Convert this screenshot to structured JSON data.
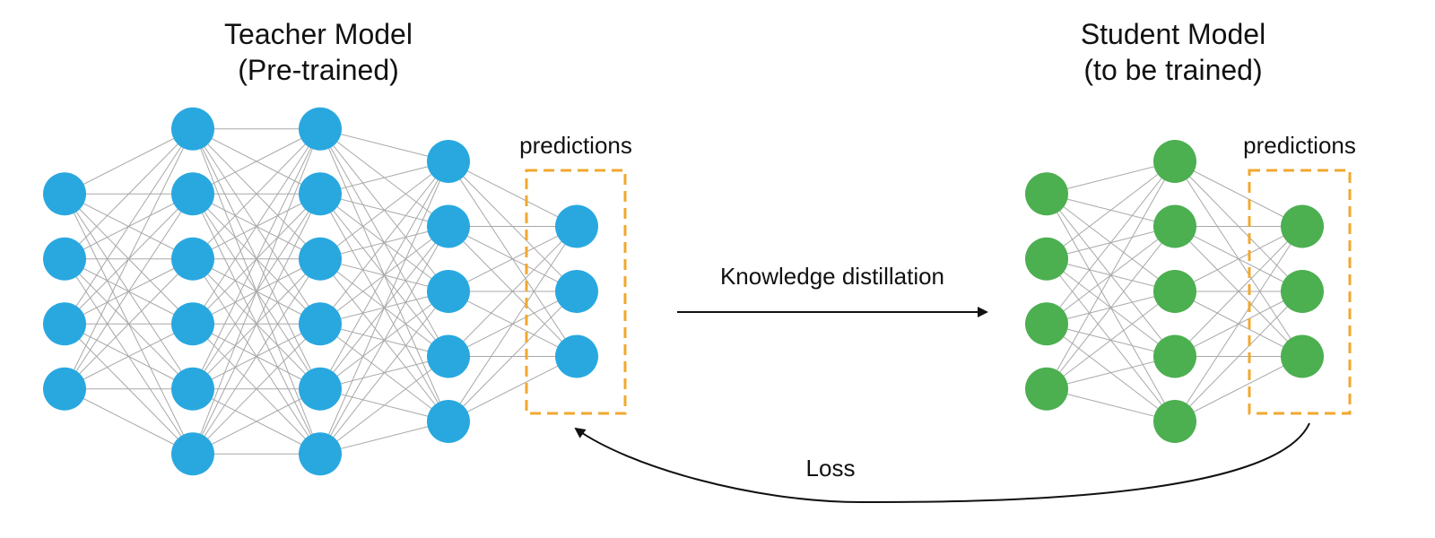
{
  "teacher": {
    "title_line1": "Teacher Model",
    "title_line2": "(Pre-trained)",
    "predictions_label": "predictions",
    "node_color": "#29a8e0",
    "layers": [
      4,
      6,
      6,
      5,
      3
    ]
  },
  "student": {
    "title_line1": "Student Model",
    "title_line2": "(to be trained)",
    "predictions_label": "predictions",
    "node_color": "#4caf50",
    "layers": [
      4,
      5,
      3
    ]
  },
  "distillation_label": "Knowledge distillation",
  "loss_label": "Loss",
  "colors": {
    "edge": "#a8a8a8",
    "prediction_box": "#f0a830",
    "arrow": "#111111"
  }
}
